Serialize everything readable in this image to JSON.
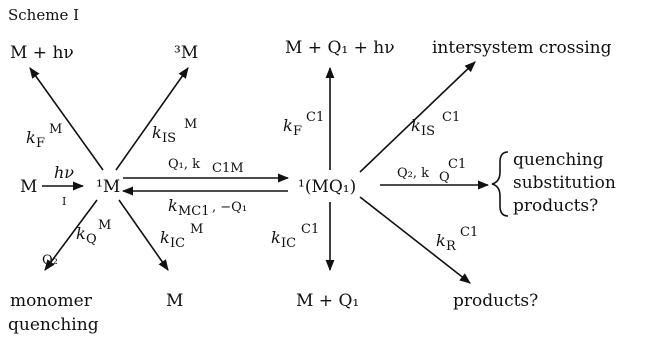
{
  "title": "Scheme I",
  "nodes": {
    "top_left": "M + hν",
    "triplet": "³M",
    "top_mid": "M + Q₁ + hν",
    "isc": "intersystem crossing",
    "m_ground": "M",
    "hv": "hν",
    "I": "I",
    "singlet": "¹M",
    "complex": "¹(MQ₁)",
    "brace_items": [
      "quenching",
      "substitution",
      "products?"
    ],
    "monomer": "monomer",
    "quenching": "quenching",
    "m_bottom": "M",
    "m_q1_bottom": "M + Q₁",
    "products": "products?"
  },
  "rates": {
    "kF_M": {
      "k": "k",
      "sub": "F",
      "sup": "M"
    },
    "kIS_M": {
      "k": "k",
      "sub": "IS",
      "sup": "M"
    },
    "kF_C1": {
      "k": "k",
      "sub": "F",
      "sup": "C1"
    },
    "kIS_C1": {
      "k": "k",
      "sub": "IS",
      "sup": "C1"
    },
    "fwd": "Q₁, k",
    "fwd_sub": "C1M",
    "rev_k": "k",
    "rev_sub": "MC1",
    "rev_tail": ", −Q₁",
    "q2": "Q₂, k",
    "q2_sup": "C1",
    "q2_sub": "Q",
    "kQ_M": {
      "k": "k",
      "sub": "Q",
      "sup": "M"
    },
    "q2_left": "Q₂",
    "kIC_M": {
      "k": "k",
      "sub": "IC",
      "sup": "M"
    },
    "kIC_C1": {
      "k": "k",
      "sub": "IC",
      "sup": "C1"
    },
    "kR_C1": {
      "k": "k",
      "sub": "R",
      "sup": "C1"
    }
  }
}
